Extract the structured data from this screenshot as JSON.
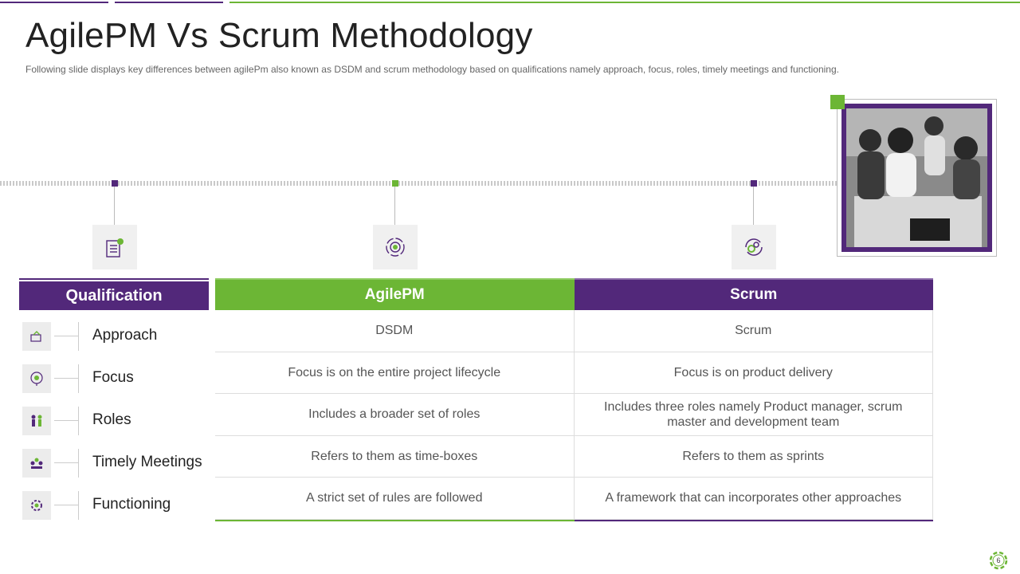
{
  "slide": {
    "title": "AgilePM Vs Scrum Methodology",
    "subtitle": "Following slide displays key differences between agilePm also known as DSDM and scrum methodology based on qualifications namely approach, focus, roles, timely meetings and functioning.",
    "page_number": "6"
  },
  "colors": {
    "purple": "#52287a",
    "green": "#6cb635"
  },
  "timeline": {
    "icons": [
      "checklist-icon",
      "target-cycle-icon",
      "gear-cycle-icon"
    ]
  },
  "qualification": {
    "header": "Qualification",
    "items": [
      {
        "label": "Approach",
        "icon": "approach-icon"
      },
      {
        "label": "Focus",
        "icon": "focus-icon"
      },
      {
        "label": "Roles",
        "icon": "roles-icon"
      },
      {
        "label": "Timely Meetings",
        "icon": "meetings-icon"
      },
      {
        "label": "Functioning",
        "icon": "functioning-icon"
      }
    ]
  },
  "table": {
    "headers": [
      "AgilePM",
      "Scrum"
    ],
    "rows": [
      [
        "DSDM",
        "Scrum"
      ],
      [
        "Focus is on the entire project lifecycle",
        "Focus is on product delivery"
      ],
      [
        "Includes  a broader set of roles",
        "Includes three roles namely Product manager, scrum master and development team"
      ],
      [
        "Refers to them as time-boxes",
        "Refers to them as sprints"
      ],
      [
        "A strict set of rules are followed",
        "A framework that can incorporates other approaches"
      ]
    ]
  }
}
